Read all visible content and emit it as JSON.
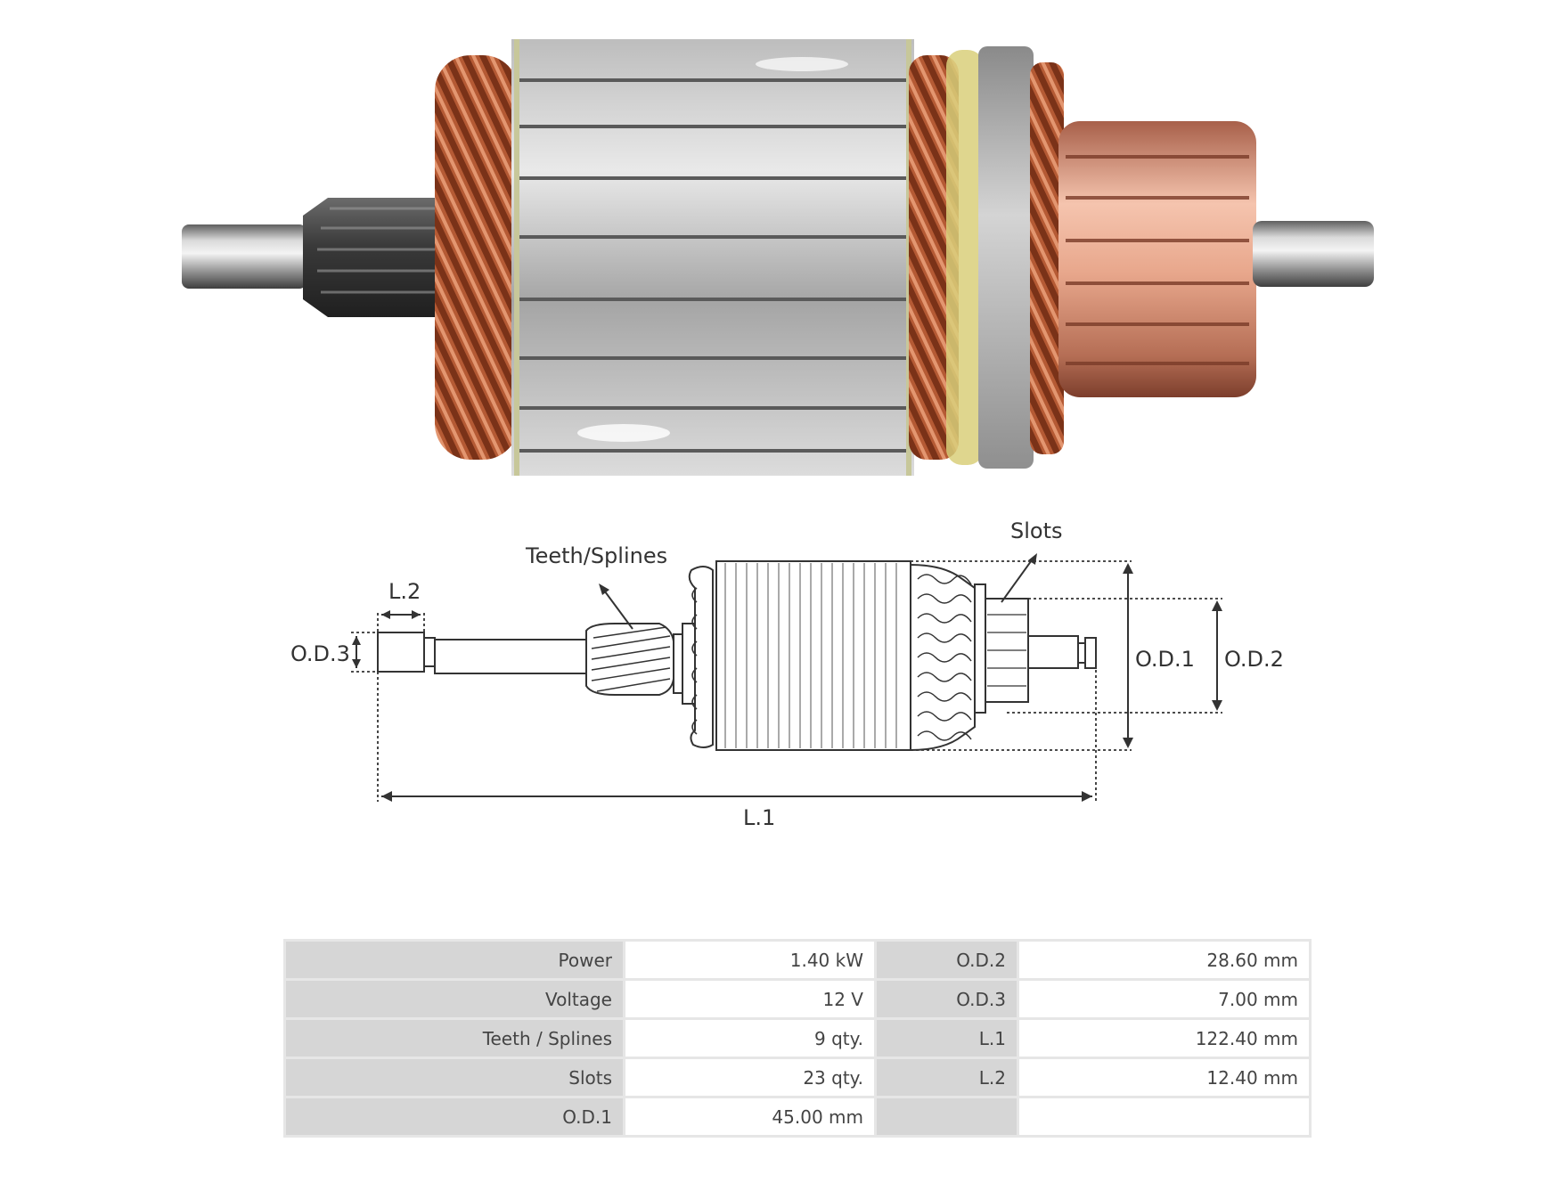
{
  "diagram": {
    "labels": {
      "teeth": "Teeth/Splines",
      "slots": "Slots",
      "l1": "L.1",
      "l2": "L.2",
      "od1": "O.D.1",
      "od2": "O.D.2",
      "od3": "O.D.3"
    }
  },
  "specs": {
    "rows": [
      {
        "k1": "Power",
        "v1": "1.40 kW",
        "k2": "O.D.2",
        "v2": "28.60 mm"
      },
      {
        "k1": "Voltage",
        "v1": "12 V",
        "k2": "O.D.3",
        "v2": "7.00 mm"
      },
      {
        "k1": "Teeth / Splines",
        "v1": "9 qty.",
        "k2": "L.1",
        "v2": "122.40 mm"
      },
      {
        "k1": "Slots",
        "v1": "23 qty.",
        "k2": "L.2",
        "v2": "12.40 mm"
      },
      {
        "k1": "O.D.1",
        "v1": "45.00 mm",
        "k2": "",
        "v2": ""
      }
    ]
  }
}
